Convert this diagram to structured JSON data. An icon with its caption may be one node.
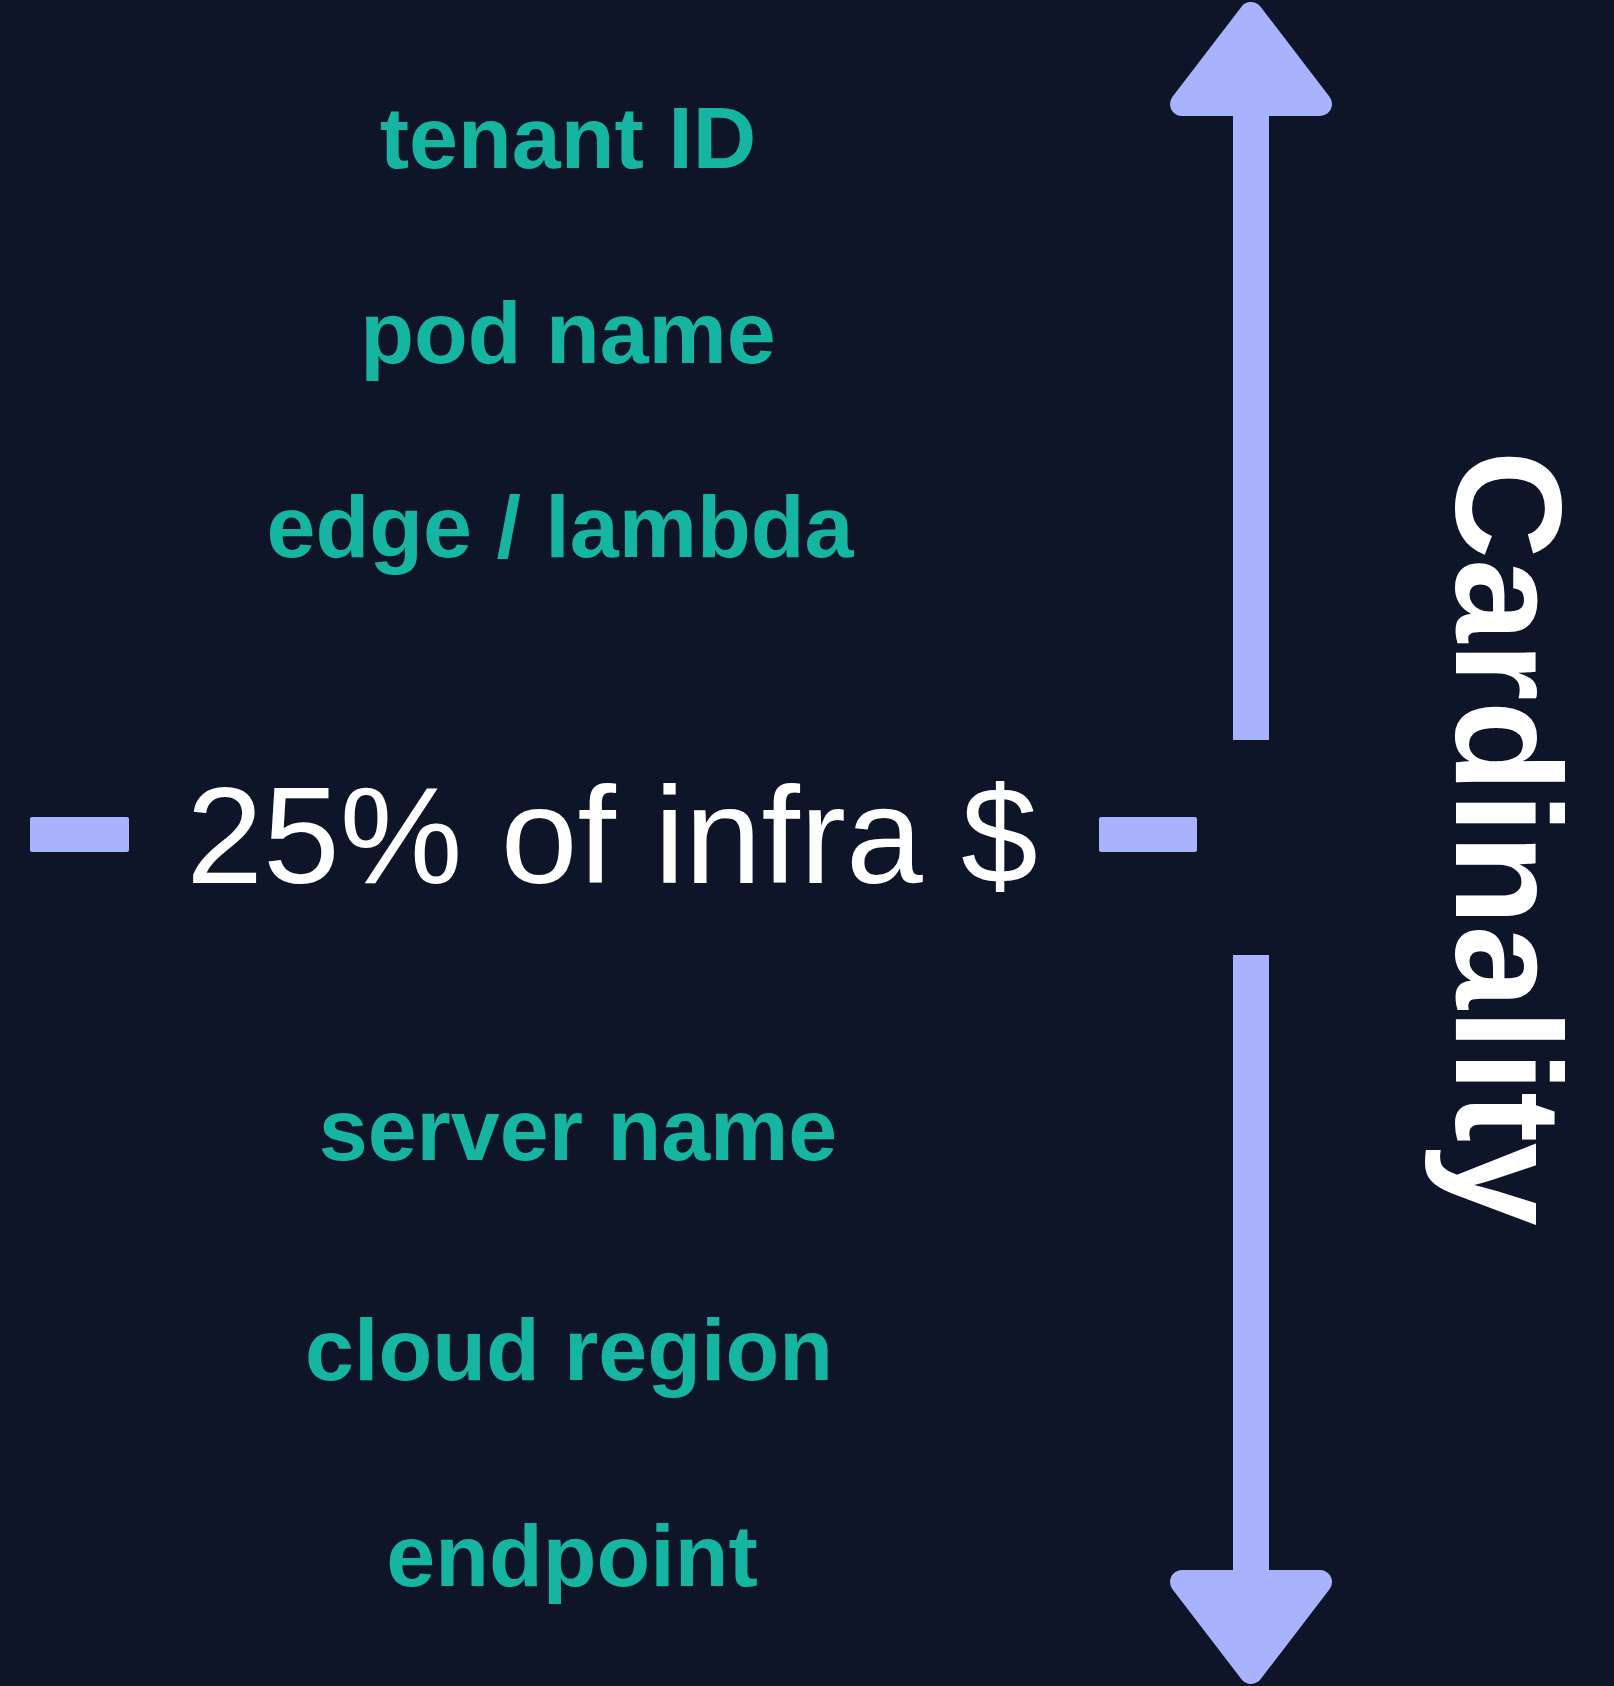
{
  "diagram": {
    "nodes": [
      {
        "text": [],
        "shape": "bar"
      },
      {
        "text": [],
        "shape": "bar"
      }
    ],
    "labels": [
      "tenant ID",
      "pod name",
      "edge / lambda",
      "25% of infra $",
      "server name",
      "cloud region",
      "endpoint",
      "Cardinality"
    ]
  }
}
